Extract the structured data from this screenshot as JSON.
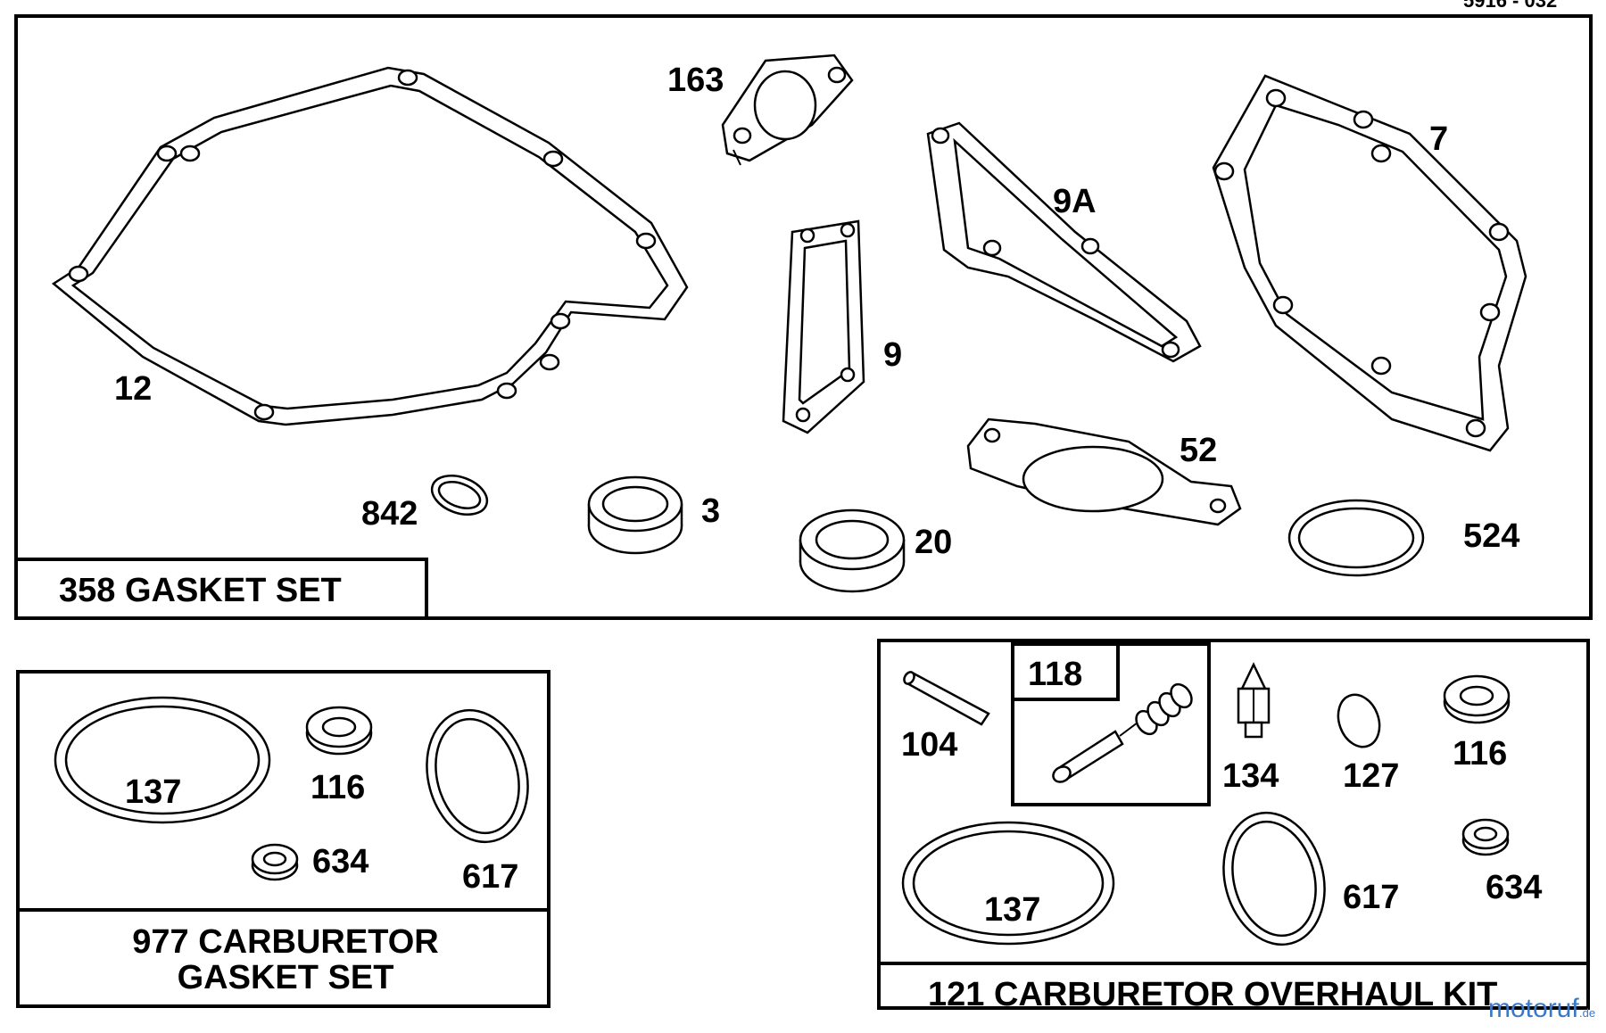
{
  "header_code": "5916 - 032",
  "watermark": "motoruf",
  "watermark_tld": ".de",
  "gasket_set": {
    "title": "358 GASKET SET",
    "labels": {
      "p12": "12",
      "p163": "163",
      "p9A": "9A",
      "p7": "7",
      "p9": "9",
      "p52": "52",
      "p842": "842",
      "p3": "3",
      "p20": "20",
      "p524": "524"
    }
  },
  "carb_gasket_set": {
    "title_line1": "977 CARBURETOR",
    "title_line2": "GASKET SET",
    "labels": {
      "p137": "137",
      "p116": "116",
      "p634": "634",
      "p617": "617"
    }
  },
  "overhaul_kit": {
    "title": "121 CARBURETOR OVERHAUL KIT",
    "labels": {
      "p104": "104",
      "p118": "118",
      "p134": "134",
      "p127": "127",
      "p116": "116",
      "p137": "137",
      "p617": "617",
      "p634": "634"
    }
  }
}
